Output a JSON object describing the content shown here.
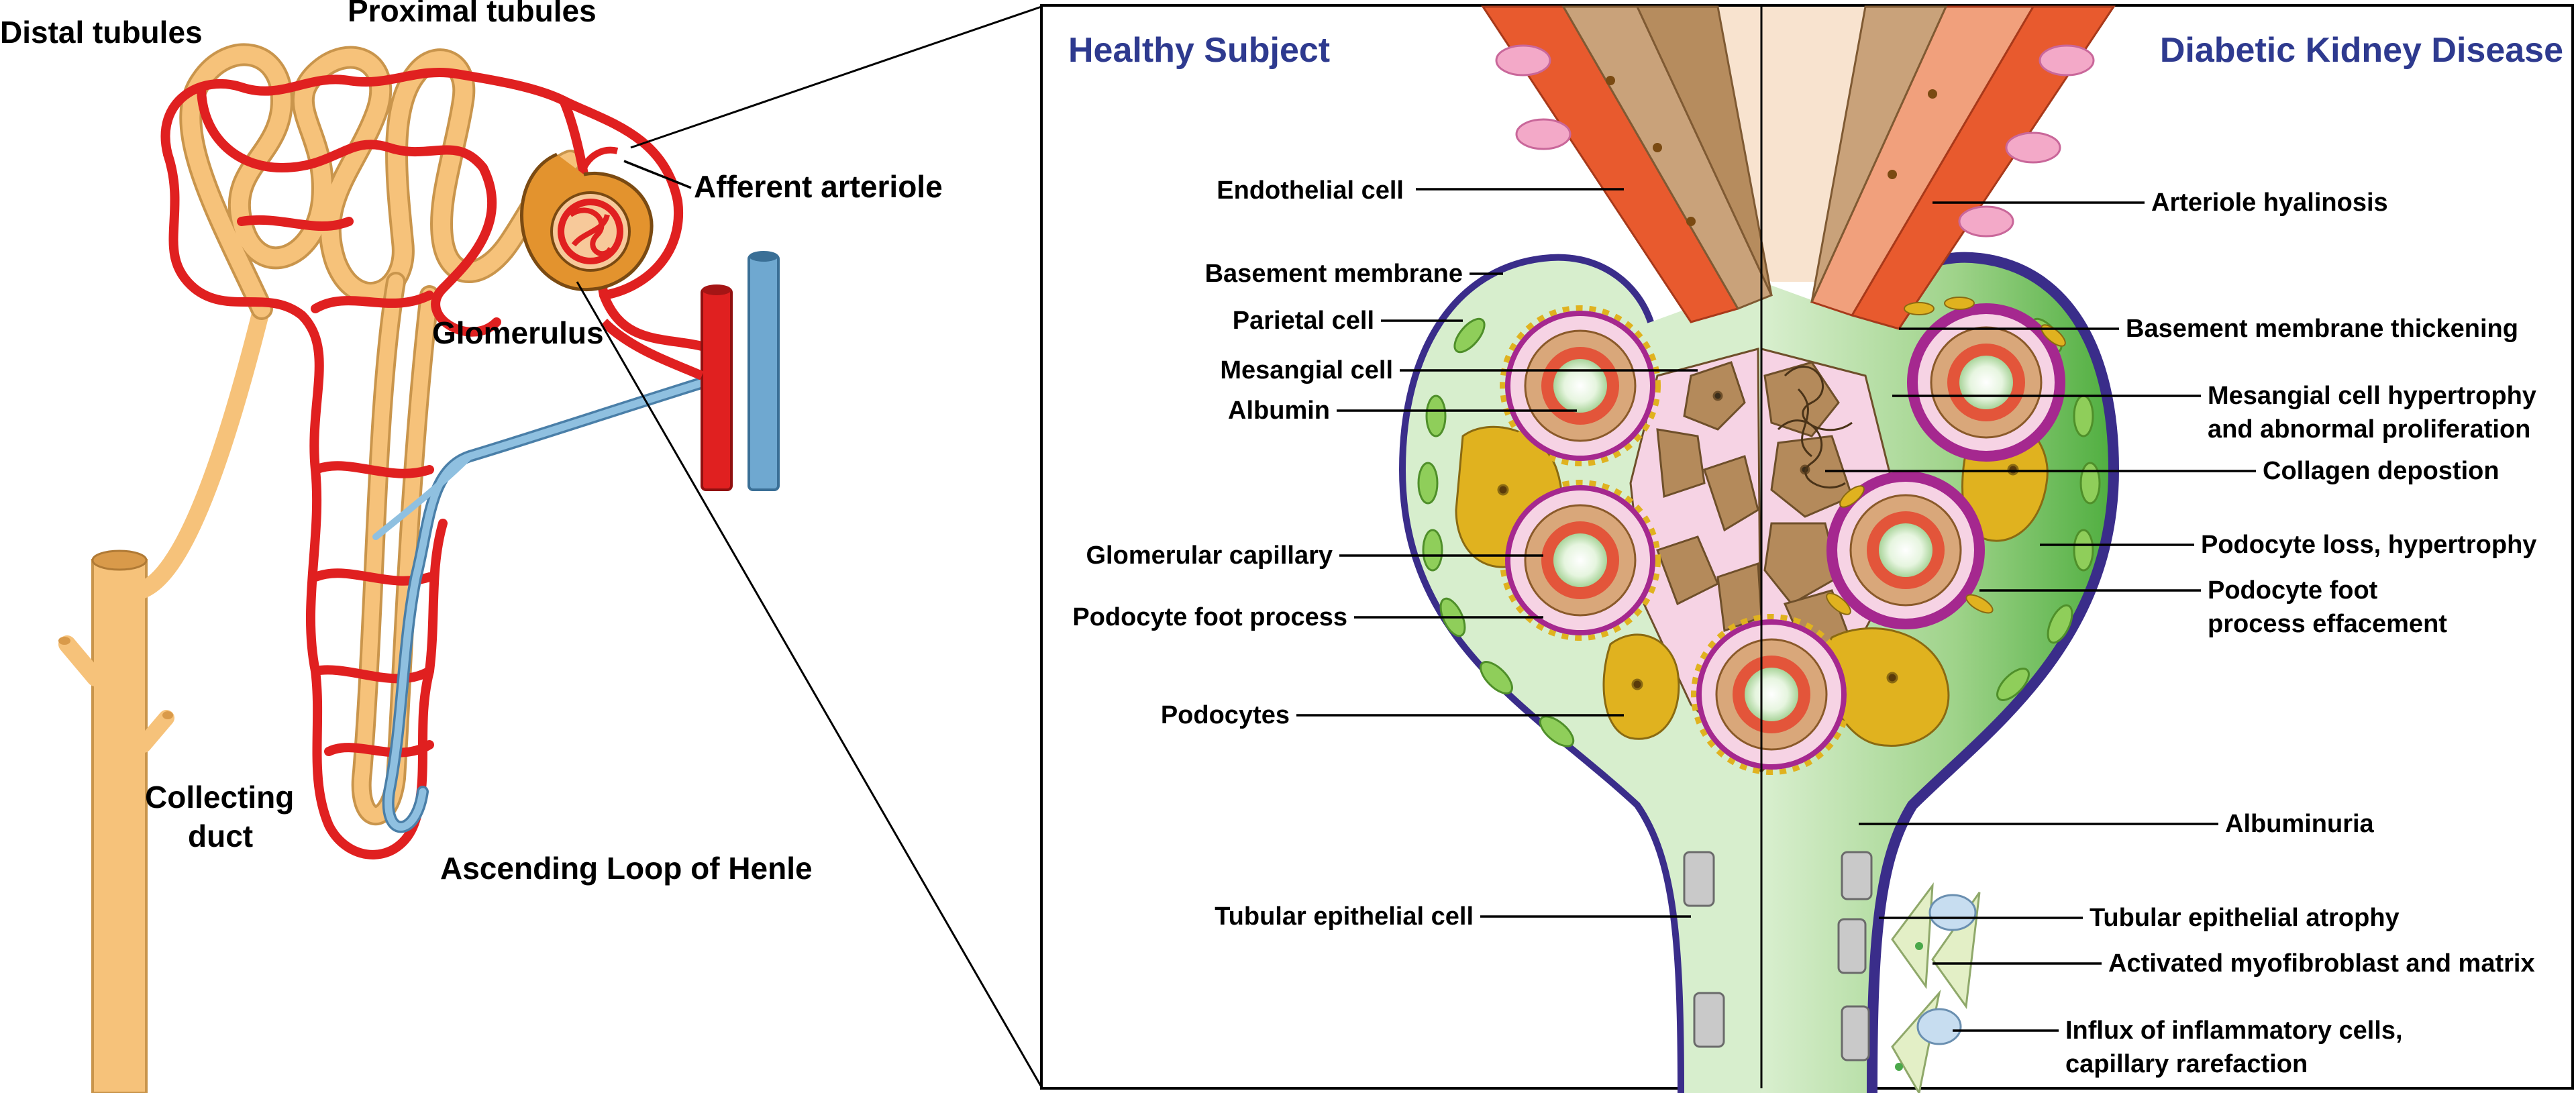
{
  "colors": {
    "heading": "#2e3a8f",
    "artery_red": "#e02020",
    "vein_blue": "#6fa8d0",
    "tubule_orange": "#f6c27a",
    "capsule_green": "#cfe9c4",
    "capsule_outline": "#3a2d8a",
    "podocyte_gold": "#e0b21f",
    "mesangial_brown": "#b48a5b"
  },
  "left_panel": {
    "labels": {
      "distal_tubules": "Distal tubules",
      "proximal_tubules": "Proximal tubules",
      "afferent_arteriole": "Afferent arteriole",
      "glomerulus": "Glomerulus",
      "collecting_duct_line1": "Collecting",
      "collecting_duct_line2": "duct",
      "ascending_loop": "Ascending Loop of Henle"
    }
  },
  "right_panel": {
    "healthy_title": "Healthy Subject",
    "disease_title": "Diabetic Kidney Disease",
    "healthy_labels": {
      "endothelial_cell": "Endothelial cell",
      "basement_membrane": "Basement membrane",
      "parietal_cell": "Parietal cell",
      "mesangial_cell": "Mesangial cell",
      "albumin": "Albumin",
      "glomerular_capillary": "Glomerular capillary",
      "podocyte_foot_process": "Podocyte foot process",
      "podocytes": "Podocytes",
      "tubular_epithelial_cell": "Tubular epithelial cell"
    },
    "disease_labels": {
      "arteriole_hyalinosis": "Arteriole hyalinosis",
      "basement_membrane_thickening": "Basement membrane thickening",
      "mesangial_line1": "Mesangial cell hypertrophy",
      "mesangial_line2": "and abnormal proliferation",
      "collagen_deposition": "Collagen depostion",
      "podocyte_loss": "Podocyte loss, hypertrophy",
      "foot_effacement_line1": "Podocyte foot",
      "foot_effacement_line2": "process effacement",
      "albuminuria": "Albuminuria",
      "tubular_atrophy": "Tubular epithelial atrophy",
      "myofibroblast": "Activated myofibroblast and matrix",
      "influx_line1": "Influx of inflammatory cells,",
      "influx_line2": "capillary rarefaction"
    }
  }
}
